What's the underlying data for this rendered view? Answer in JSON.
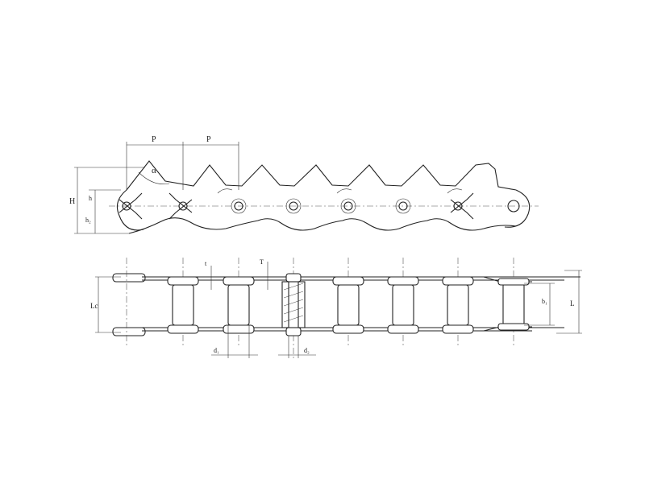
{
  "labels": {
    "pitch": "P",
    "angle": "α",
    "height": "H",
    "h": "h",
    "h2": "h₂",
    "L": "L",
    "Lc": "Lc",
    "b1": "b₁",
    "d1": "d₁",
    "d2": "d₂",
    "T": "T",
    "t": "t"
  }
}
